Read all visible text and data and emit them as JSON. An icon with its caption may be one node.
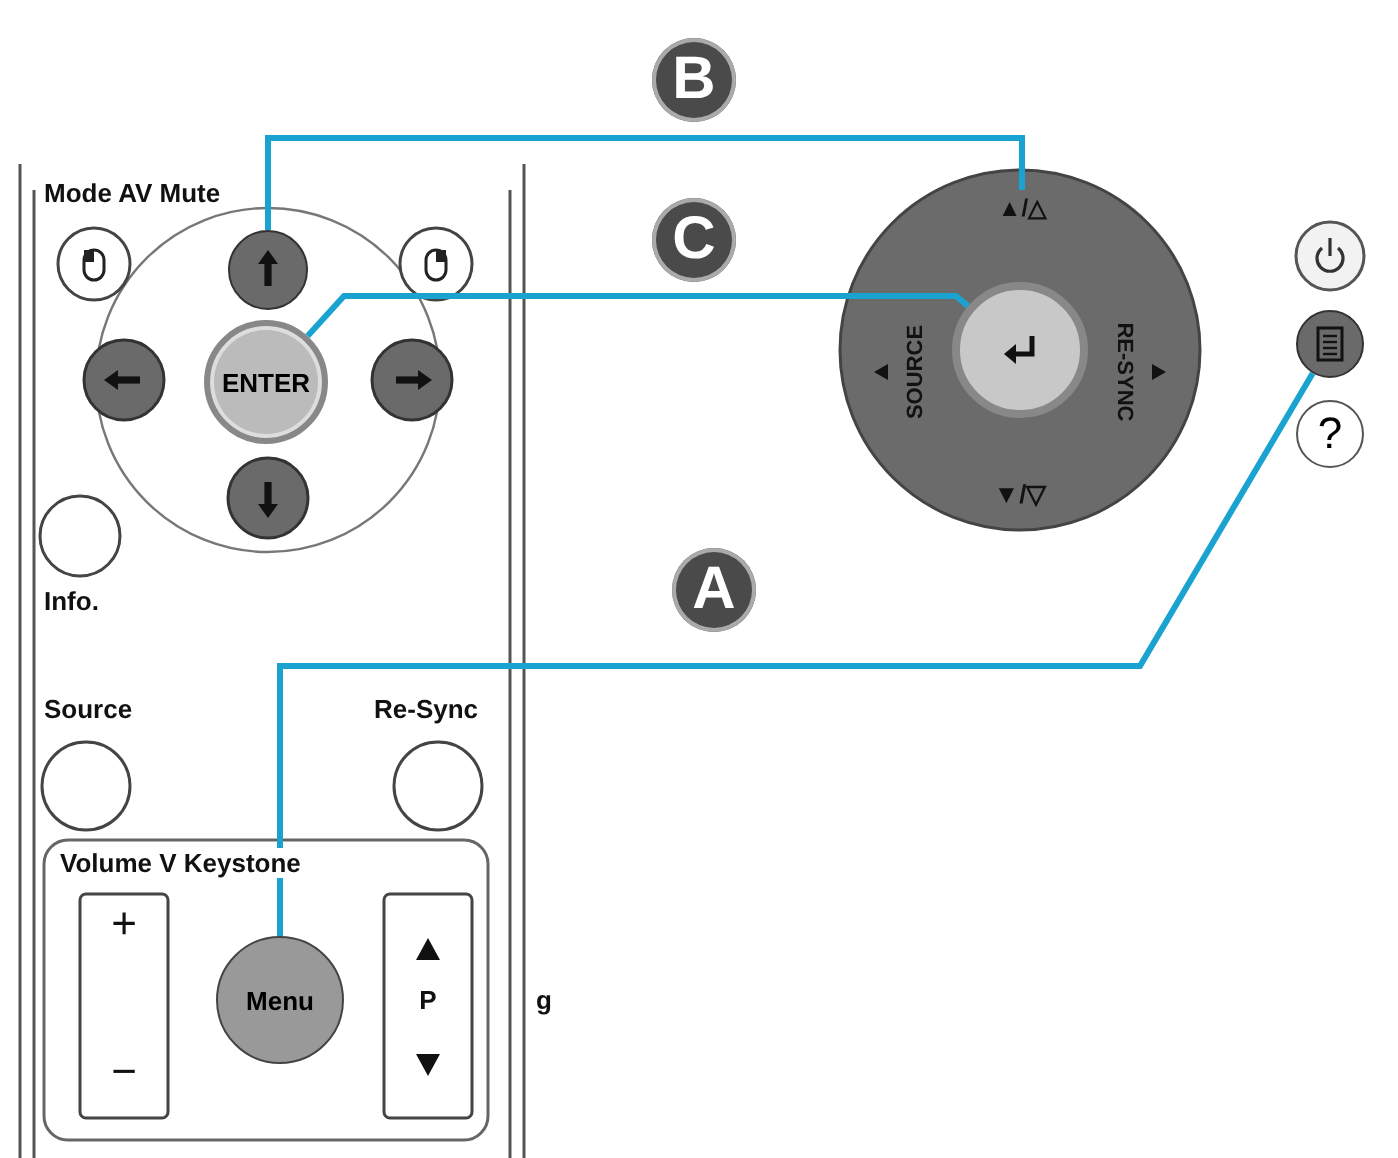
{
  "diagram": {
    "nodes": [
      {
        "text": [
          "B"
        ]
      },
      {
        "text": [
          "C"
        ]
      },
      {
        "text": [
          "A"
        ]
      },
      {
        "text": [],
        "shape": "circle"
      },
      {
        "text": [
          "ENTER"
        ]
      },
      {
        "text": [
          "Menu"
        ]
      },
      {
        "text": [
          "▲/△"
        ]
      },
      {
        "text": [],
        "shape": "circle"
      },
      {
        "text": [],
        "shape": "circle"
      },
      {
        "text": [
          "?"
        ]
      }
    ],
    "edges": [
      {
        "from": 3,
        "to": 6,
        "arrow": "none"
      },
      {
        "from": 4,
        "to": 7,
        "arrow": "none"
      },
      {
        "from": 5,
        "to": 8,
        "arrow": "none"
      }
    ],
    "labels": [
      "Mode AV Mute",
      "SOURCE",
      "RE-SYNC",
      "▼/▽",
      "Info.",
      "Source",
      "Re-Sync",
      "Volume V Keystone",
      "+",
      "−",
      "P",
      "g"
    ]
  }
}
